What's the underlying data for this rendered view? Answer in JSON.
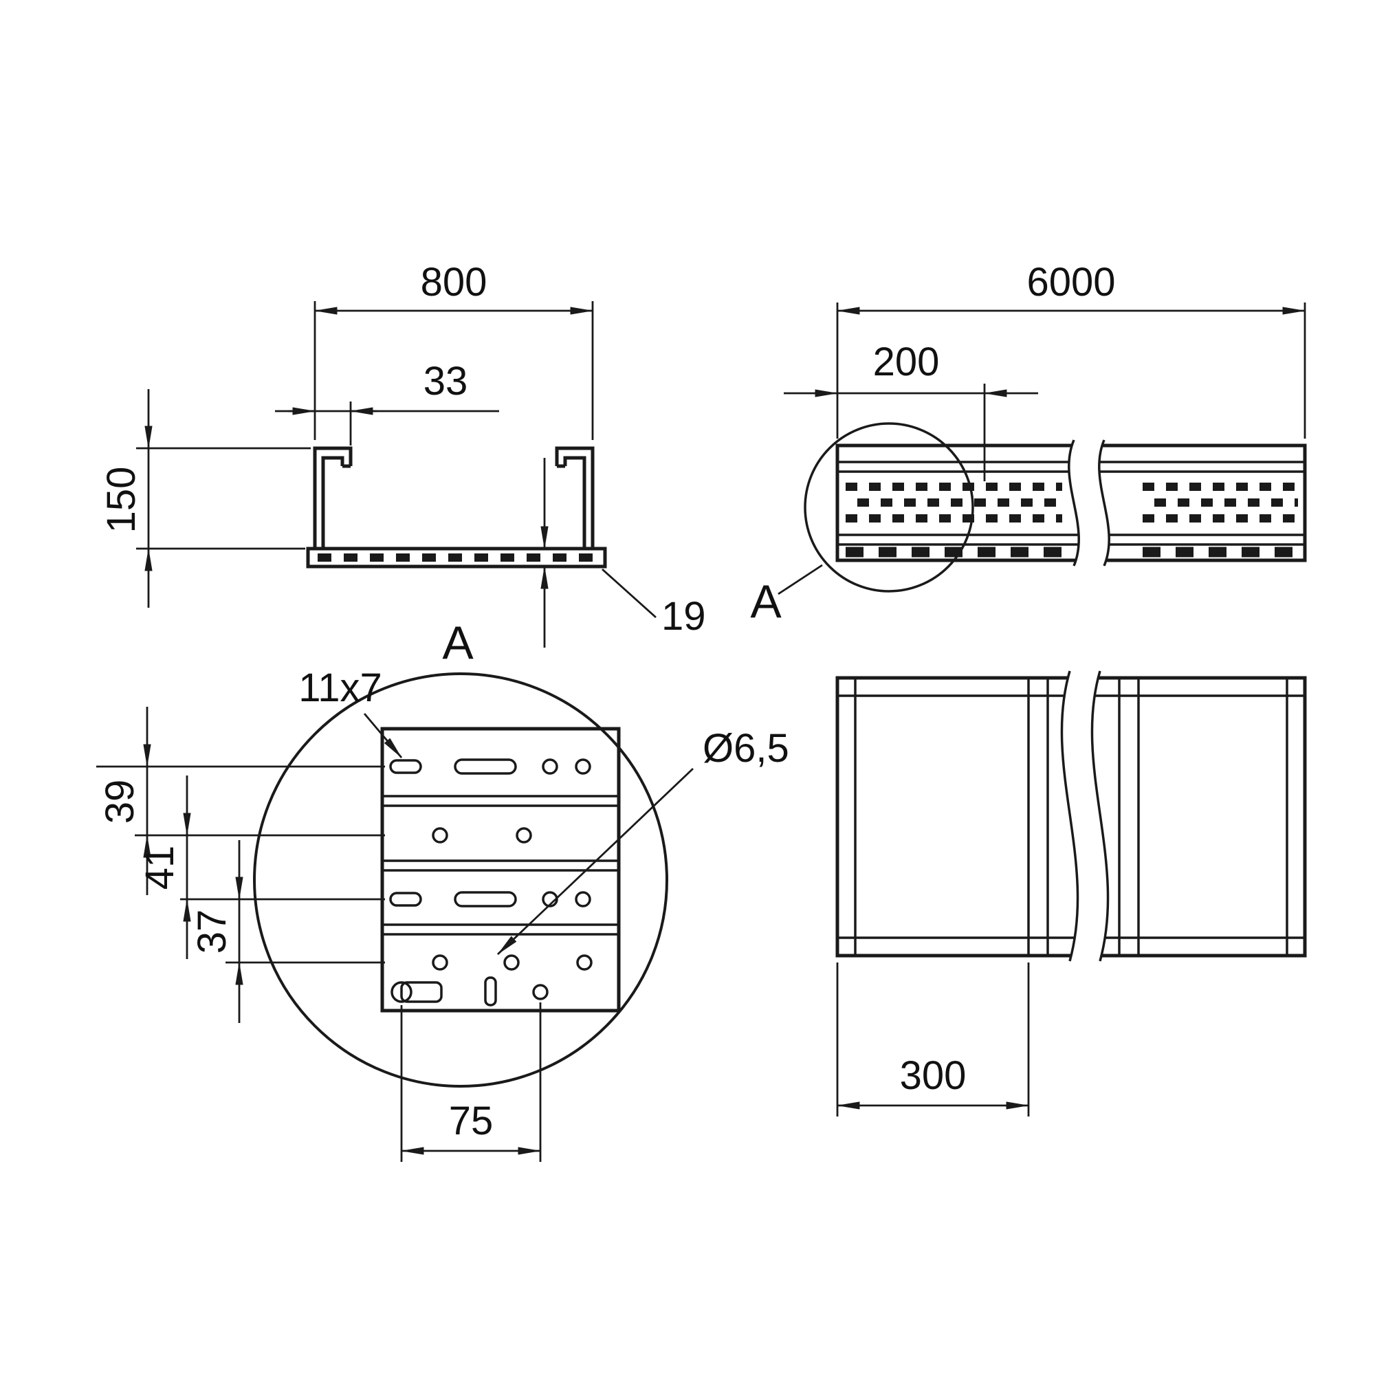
{
  "drawing": {
    "background": "#ffffff",
    "line_color": "#1a1a1a",
    "cross_section": {
      "width": "800",
      "lip_width": "33",
      "height": "150",
      "bottom_height": "19"
    },
    "side_view": {
      "length": "6000",
      "perforation_offset": "200",
      "detail_marker": "A"
    },
    "detail_view": {
      "title": "A",
      "slot_size": "11x7",
      "hole_diameter": "Ø6,5",
      "pitch_a": "39",
      "pitch_b": "41",
      "pitch_c": "37",
      "hole_spacing": "75"
    },
    "plan_view": {
      "rung_spacing": "300"
    }
  }
}
